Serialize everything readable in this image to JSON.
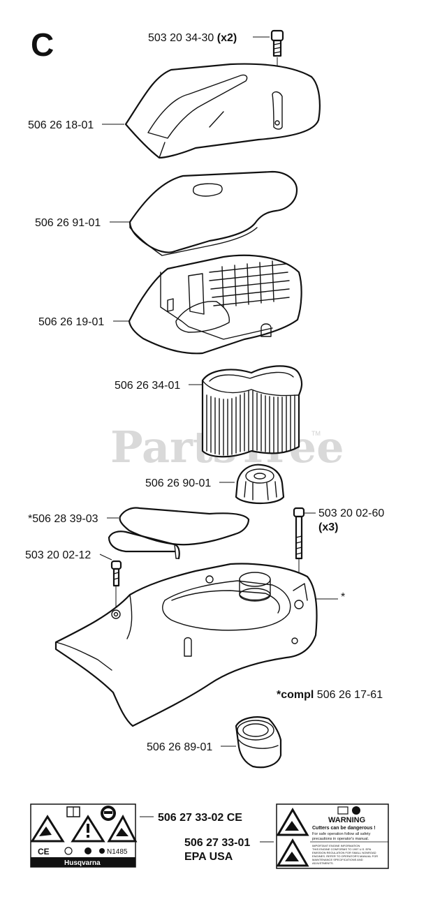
{
  "section_letter": "C",
  "watermark": "PartsTree",
  "watermark_tm": "TM",
  "parts": {
    "screw_top": {
      "number": "503 20 34-30",
      "qty": "(x2)"
    },
    "cover": {
      "number": "506 26 18-01"
    },
    "pad": {
      "number": "506 26 91-01"
    },
    "holder": {
      "number": "506 26 19-01"
    },
    "filter": {
      "number": "506 26 34-01"
    },
    "knob": {
      "number": "506 26 90-01"
    },
    "gasket": {
      "number": "*506 28 39-03"
    },
    "long_screw": {
      "number": "503 20 02-60",
      "qty": "(x3)"
    },
    "screw_small": {
      "number": "503 20 02-12"
    },
    "base_marker": {
      "number": "*"
    },
    "compl": {
      "prefix": "*compl",
      "number": "506 26 17-61"
    },
    "grommet": {
      "number": "506 26 89-01"
    }
  },
  "decals": {
    "ce": {
      "number": "506 27 33-02 CE",
      "marks": [
        "CE",
        "N1485"
      ],
      "brand": "Husqvarna"
    },
    "epa": {
      "number": "506 27 33-01",
      "region": "EPA USA",
      "warning_title": "WARNING",
      "warning_line1": "Cutters can be dangerous !",
      "warning_line2": "For safe operation follow all safety",
      "warning_line3": "precautions in operator's manual.",
      "info_lines": [
        "IMPORTANT ENGINE INFORMATION",
        "THIS ENGINE CONFORMS TO 1997 U.S. EPA",
        "EMISSION REGULATION FOR SMALL NONROAD",
        "ENGINES. REFER TO OPERATOR'S MANUAL FOR",
        "MAINTENANCE SPECIFICATIONS AND",
        "ADJUSTMENTS."
      ]
    }
  }
}
